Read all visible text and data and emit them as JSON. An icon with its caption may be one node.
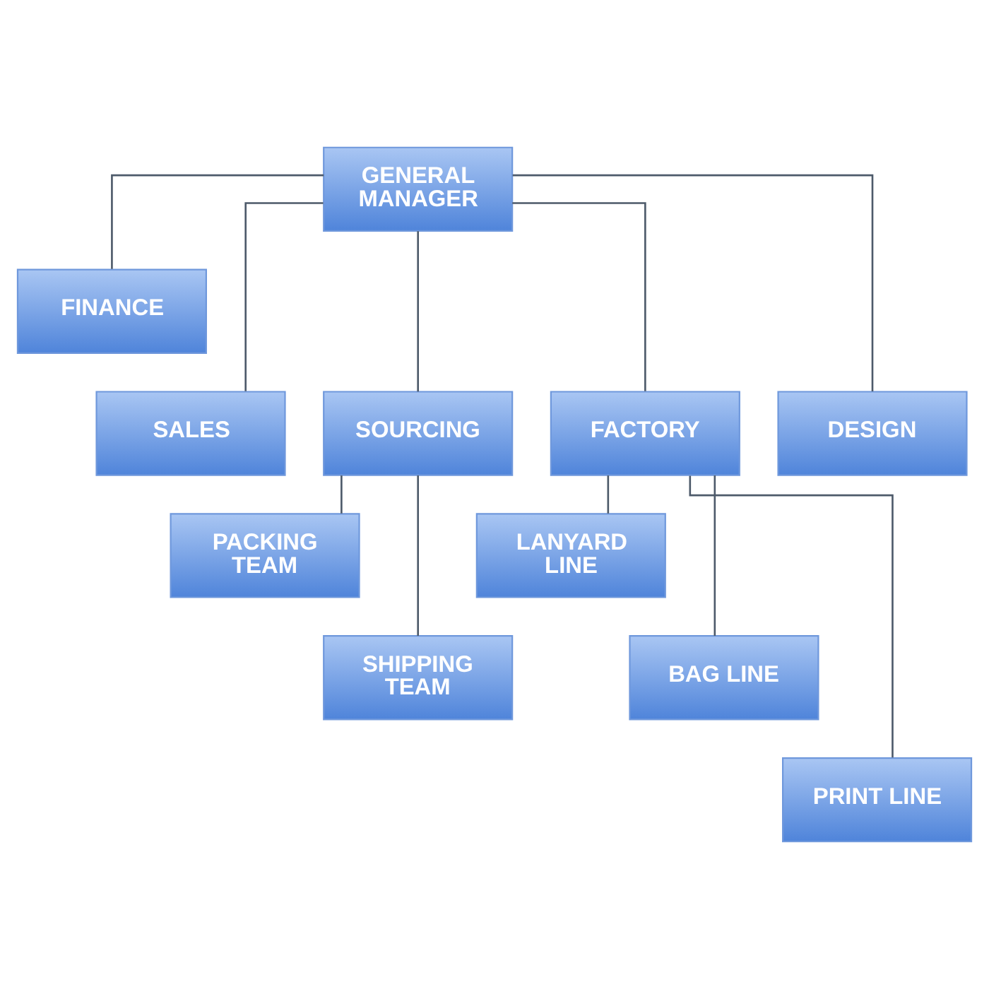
{
  "diagram": {
    "nodes": [
      {
        "text": [
          "GENERAL MANAGER"
        ]
      },
      {
        "text": [
          "FINANCE"
        ]
      },
      {
        "text": [
          "SALES"
        ]
      },
      {
        "text": [
          "SOURCING"
        ]
      },
      {
        "text": [
          "FACTORY"
        ]
      },
      {
        "text": [
          "DESIGN"
        ]
      },
      {
        "text": [
          "PACKING TEAM"
        ]
      },
      {
        "text": [
          "SHIPPING TEAM"
        ]
      },
      {
        "text": [
          "LANYARD LINE"
        ]
      },
      {
        "text": [
          "BAG LINE"
        ]
      },
      {
        "text": [
          "PRINT LINE"
        ]
      }
    ],
    "edges": [
      {
        "from": 0,
        "to": 1,
        "arrow": "none"
      },
      {
        "from": 0,
        "to": 2,
        "arrow": "none"
      },
      {
        "from": 0,
        "to": 3,
        "arrow": "none"
      },
      {
        "from": 0,
        "to": 4,
        "arrow": "none"
      },
      {
        "from": 0,
        "to": 5,
        "arrow": "none"
      },
      {
        "from": 3,
        "to": 6,
        "arrow": "none"
      },
      {
        "from": 3,
        "to": 7,
        "arrow": "none"
      },
      {
        "from": 4,
        "to": 8,
        "arrow": "none"
      },
      {
        "from": 4,
        "to": 9,
        "arrow": "none"
      },
      {
        "from": 4,
        "to": 10,
        "arrow": "none"
      }
    ]
  }
}
